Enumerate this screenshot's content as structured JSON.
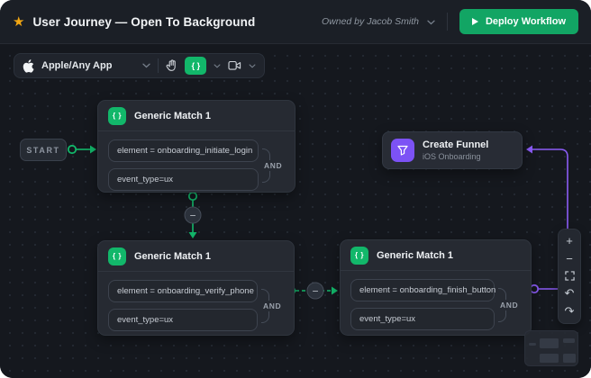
{
  "colors": {
    "green": "#12b76a",
    "purple": "#8b5cf6",
    "purple_badge": "#7c52f5",
    "deploy_green": "#12a564",
    "star_amber": "#f2a713",
    "canvas_bg": "#15181e",
    "node_bg": "#262a32",
    "header_bg": "#1b1f26"
  },
  "header": {
    "title": "User Journey — Open To Background",
    "owned_by": "Owned by Jacob Smith",
    "deploy_button": "Deploy Workflow"
  },
  "app_toolbar": {
    "app_selector_label": "Apple/Any App",
    "braces_glyph": "{ }"
  },
  "canvas": {
    "start_label": "START",
    "braces_glyph": "{ }",
    "edge_operator": "−",
    "nodes": {
      "match1": {
        "title": "Generic Match 1",
        "condition1": "element = onboarding_initiate_login",
        "condition2": "event_type=ux",
        "operator": "AND"
      },
      "match2": {
        "title": "Generic Match 1",
        "condition1": "element = onboarding_verify_phone",
        "condition2": "event_type=ux",
        "operator": "AND"
      },
      "match3": {
        "title": "Generic Match 1",
        "condition1": "element = onboarding_finish_button",
        "condition2": "event_type=ux",
        "operator": "AND"
      },
      "funnel": {
        "title": "Create Funnel",
        "subtitle": "iOS Onboarding"
      }
    },
    "zoom_toolbar": {
      "zoom_in": "+",
      "zoom_out": "−",
      "undo": "↶",
      "redo": "↷"
    }
  }
}
